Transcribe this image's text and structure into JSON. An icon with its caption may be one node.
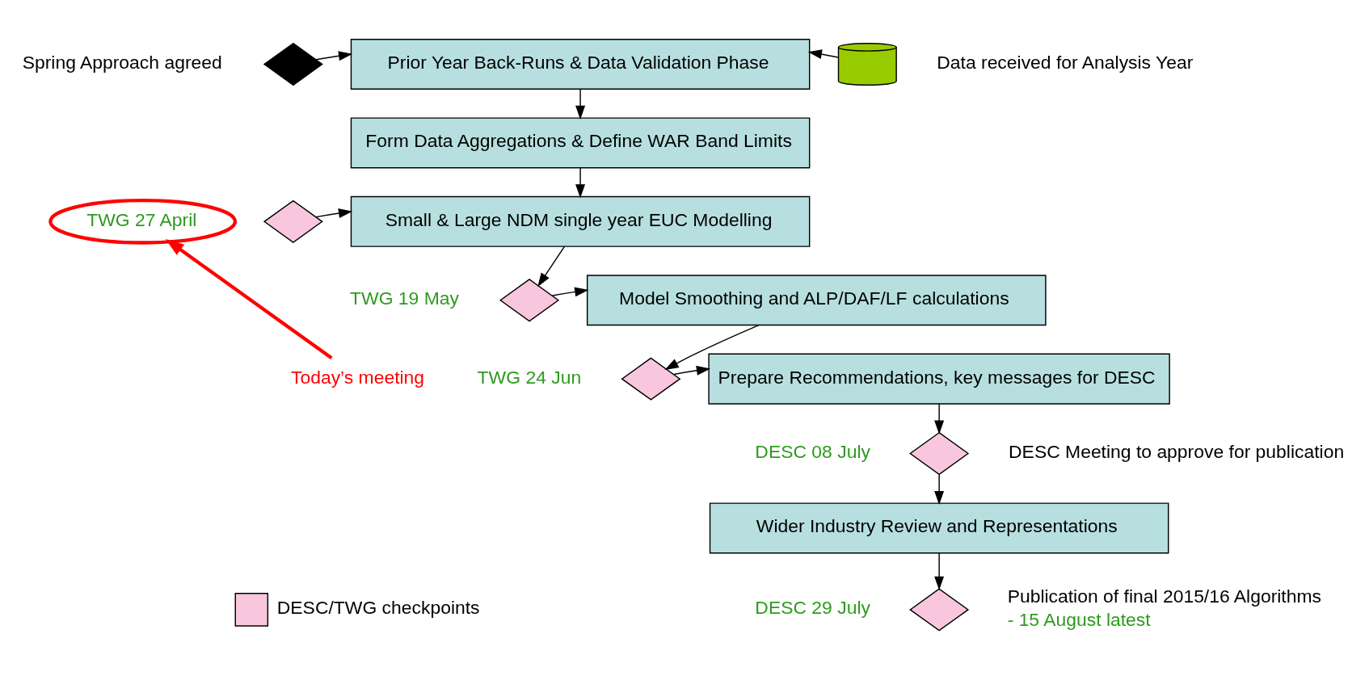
{
  "diagram": {
    "nodes": [
      {
        "text": [],
        "shape": "diamond",
        "beside": [
          "Spring Approach agreed"
        ]
      },
      {
        "text": [
          "Prior Year Back-Runs & Data Validation Phase"
        ]
      },
      {
        "text": [],
        "shape": "cylinder",
        "beside": [
          "Data received for Analysis Year"
        ]
      },
      {
        "text": [
          "Form Data Aggregations & Define WAR Band Limits"
        ]
      },
      {
        "text": [
          "TWG 27 April"
        ]
      },
      {
        "text": [
          "Today’s meeting"
        ]
      },
      {
        "text": [],
        "shape": "diamond"
      },
      {
        "text": [
          "Small & Large NDM single year EUC Modelling"
        ]
      },
      {
        "text": [],
        "shape": "diamond",
        "beside": [
          "TWG 19 May"
        ]
      },
      {
        "text": [
          "Model Smoothing and ALP/DAF/LF calculations"
        ]
      },
      {
        "text": [],
        "shape": "diamond",
        "beside": [
          "TWG 24 Jun"
        ]
      },
      {
        "text": [
          "Prepare Recommendations, key messages for DESC"
        ]
      },
      {
        "text": [],
        "shape": "diamond",
        "beside": [
          "DESC 08 July",
          "DESC Meeting to approve for publication"
        ]
      },
      {
        "text": [
          "Wider Industry Review and Representations"
        ]
      },
      {
        "text": [],
        "shape": "diamond",
        "beside": [
          "DESC 29 July",
          "Publication of final 2015/16 Algorithms",
          "- 15 August latest"
        ]
      }
    ],
    "edges": [
      {
        "from": 0,
        "to": 1,
        "arrow": "to"
      },
      {
        "from": 2,
        "to": 1,
        "arrow": "to"
      },
      {
        "from": 1,
        "to": 3,
        "arrow": "to"
      },
      {
        "from": 3,
        "to": 7,
        "arrow": "to"
      },
      {
        "from": 5,
        "to": 4,
        "arrow": "to",
        "style": "thick",
        "color": "#ff0000"
      },
      {
        "from": 6,
        "to": 7,
        "arrow": "to"
      },
      {
        "from": 7,
        "to": 8,
        "arrow": "to"
      },
      {
        "from": 8,
        "to": 9,
        "arrow": "to"
      },
      {
        "from": 9,
        "to": 10,
        "arrow": "to"
      },
      {
        "from": 10,
        "to": 11,
        "arrow": "to"
      },
      {
        "from": 11,
        "to": 12,
        "arrow": "to"
      },
      {
        "from": 12,
        "to": 13,
        "arrow": "to"
      },
      {
        "from": 13,
        "to": 14,
        "arrow": "to"
      }
    ],
    "legend": [
      {
        "text": "DESC/TWG checkpoints"
      }
    ]
  }
}
